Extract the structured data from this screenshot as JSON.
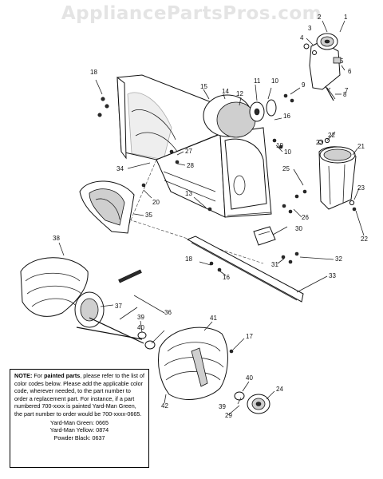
{
  "watermark": "AppliancePartsPros.com",
  "callouts": [
    "1",
    "2",
    "3",
    "4",
    "5",
    "6",
    "7",
    "8",
    "9",
    "10",
    "10",
    "11",
    "12",
    "13",
    "14",
    "15",
    "16",
    "16",
    "17",
    "18",
    "18",
    "19",
    "20",
    "21",
    "22",
    "22",
    "23",
    "23",
    "24",
    "25",
    "26",
    "27",
    "28",
    "29",
    "30",
    "31",
    "32",
    "33",
    "34",
    "35",
    "36",
    "37",
    "38",
    "39",
    "39",
    "40",
    "40",
    "41",
    "42"
  ],
  "note": {
    "label": "NOTE:",
    "intro": "For",
    "bold_phrase": "painted parts",
    "body": ", please refer to the list of color codes below. Please add the applicable color code, wherever needed, to the part number to order a replacement part. For instance, if a part numbered 700-xxxx is painted Yard-Man Green, the part number to order would be 700-xxxx-0665.",
    "codes": [
      "Yard-Man Green: 0665",
      "Yard-Man Yellow: 0874",
      "Powder Black: 0637"
    ]
  }
}
